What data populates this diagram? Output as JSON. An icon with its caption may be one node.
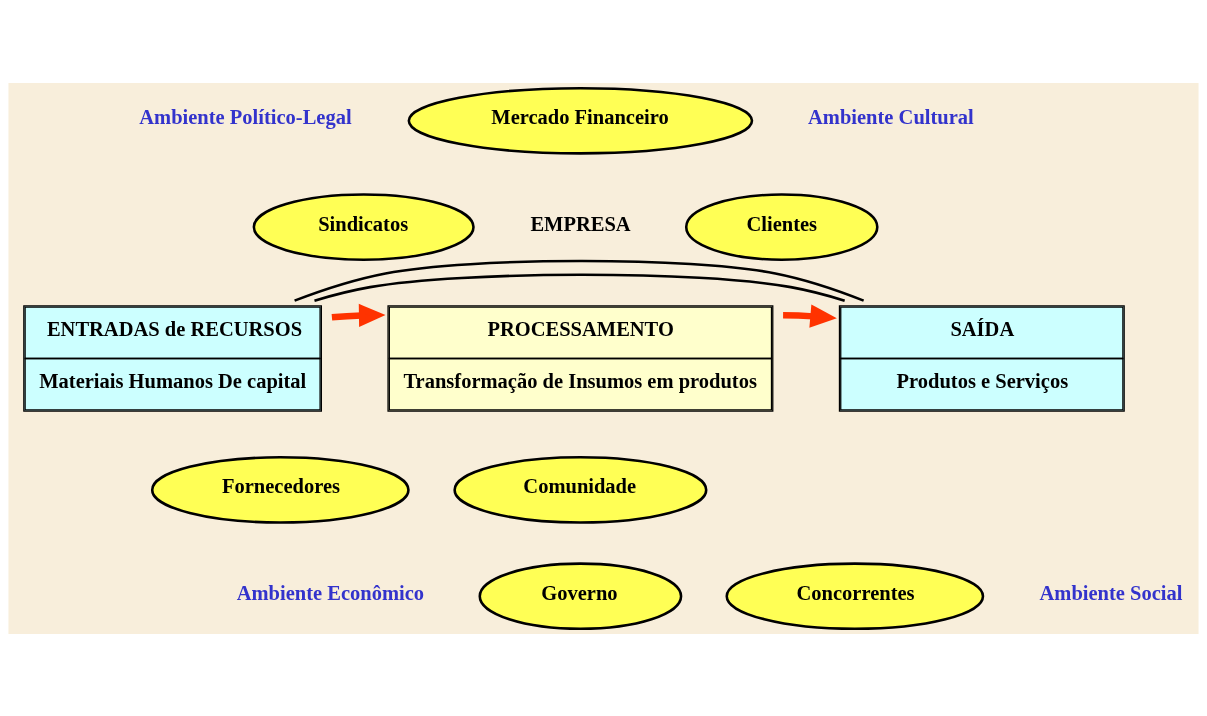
{
  "diagram": {
    "nodes": [
      {
        "text": [
          "Mercado Financeiro"
        ]
      },
      {
        "text": [
          "Sindicatos"
        ]
      },
      {
        "text": [
          "Clientes"
        ]
      },
      {
        "text": [
          "ENTRADAS de RECURSOS",
          "Materiais Humanos De capital"
        ]
      },
      {
        "text": [
          "PROCESSAMENTO",
          "Transformação de Insumos em produtos"
        ]
      },
      {
        "text": [
          "SAÍDA",
          "Produtos e Serviços"
        ]
      },
      {
        "text": [
          "Fornecedores"
        ]
      },
      {
        "text": [
          "Comunidade"
        ]
      },
      {
        "text": [
          "Governo"
        ]
      },
      {
        "text": [
          "Concorrentes"
        ]
      }
    ],
    "edges": [
      {
        "from": 3,
        "to": 5,
        "arrow": "none"
      },
      {
        "from": 3,
        "to": 4,
        "arrow": "to",
        "style": "thick",
        "color": "#ff3300"
      },
      {
        "from": 4,
        "to": 5,
        "arrow": "to",
        "style": "thick",
        "color": "#ff3300"
      },
      {
        "from": 3,
        "to": 5,
        "arrow": "none"
      }
    ],
    "labels": [
      "Ambiente Político-Legal",
      "Ambiente Cultural",
      "EMPRESA",
      "Ambiente Econômico",
      "Ambiente Social"
    ]
  }
}
